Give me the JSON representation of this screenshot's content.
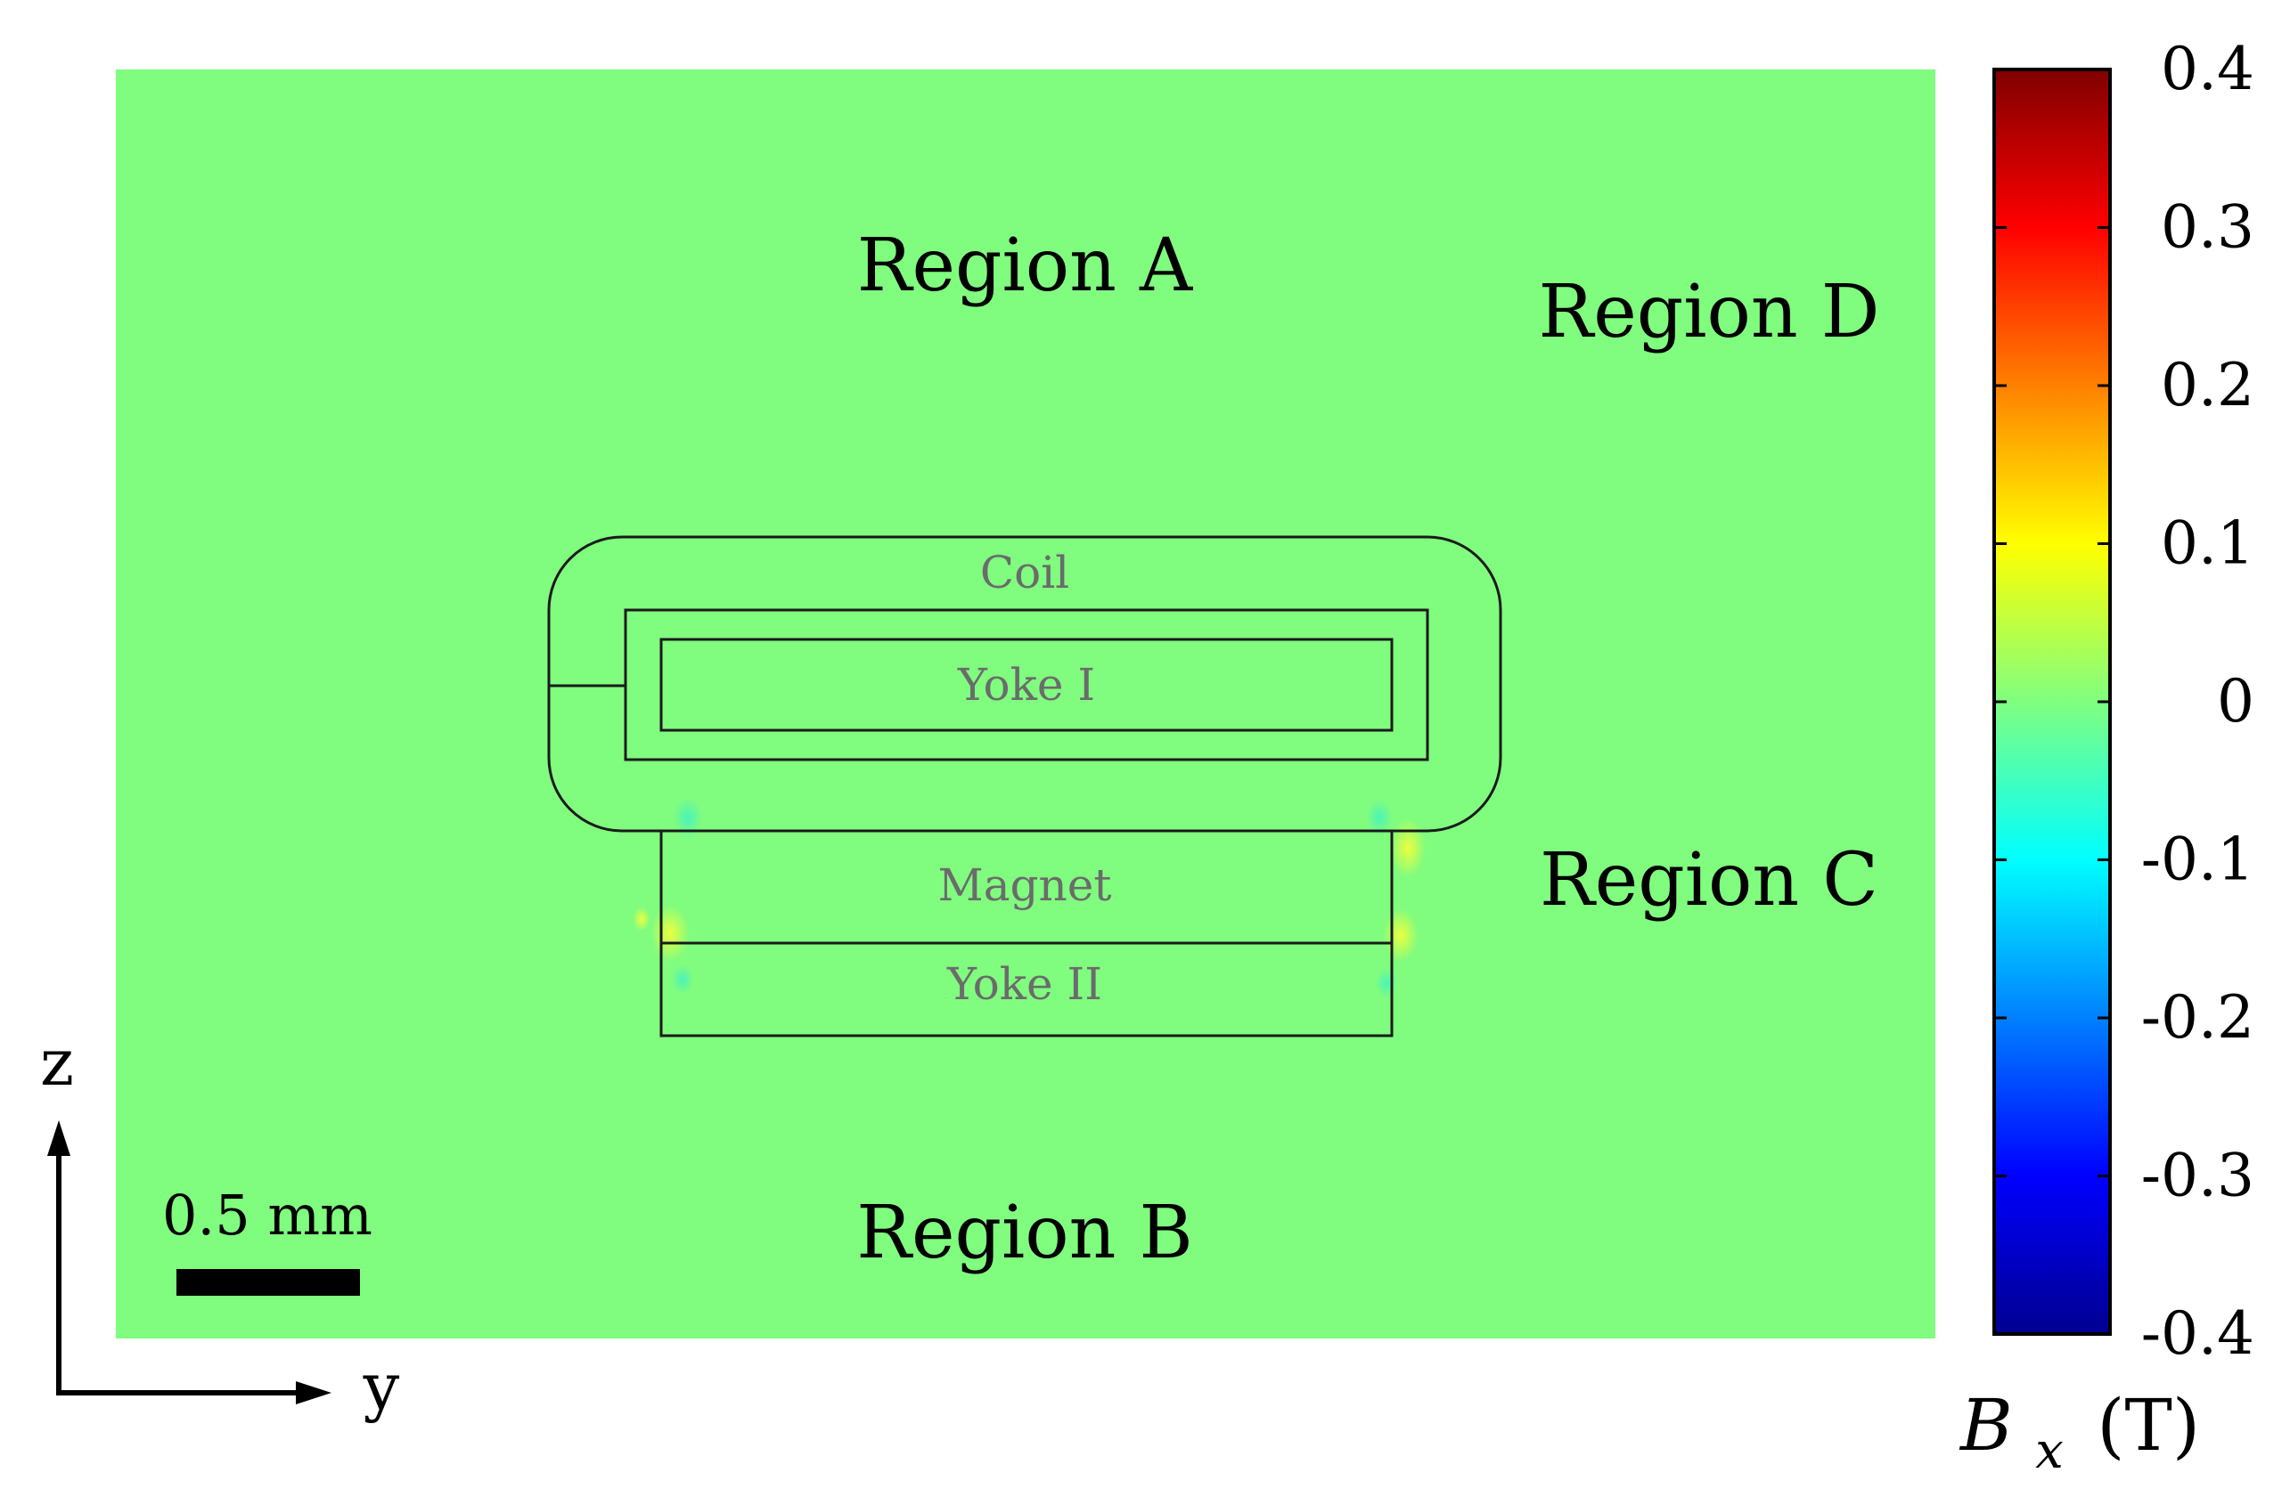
{
  "chart_data": {
    "type": "heatmap",
    "field_map": {
      "background_color": "#80fc7f",
      "region_labels": [
        "Region A",
        "Region B",
        "Region C",
        "Region D"
      ],
      "part_labels": [
        "Coil",
        "Yoke I",
        "Magnet",
        "Yoke II"
      ],
      "scale_bar_label": "0.5 mm",
      "axis_labels": {
        "horizontal": "y",
        "vertical": "z"
      }
    },
    "colorbar": {
      "label_var": "B",
      "label_sub": "x",
      "label_unit": "(T)",
      "range": [
        -0.4,
        0.4
      ],
      "ticks": [
        {
          "value": 0.4,
          "label": "0.4"
        },
        {
          "value": 0.3,
          "label": "0.3"
        },
        {
          "value": 0.2,
          "label": "0.2"
        },
        {
          "value": 0.1,
          "label": "0.1"
        },
        {
          "value": 0,
          "label": "0"
        },
        {
          "value": -0.1,
          "label": "-0.1"
        },
        {
          "value": -0.2,
          "label": "-0.2"
        },
        {
          "value": -0.3,
          "label": "-0.3"
        },
        {
          "value": -0.4,
          "label": "-0.4"
        }
      ],
      "colormap": [
        "#00008f",
        "#0000ff",
        "#0080ff",
        "#00ffff",
        "#80ff80",
        "#ffff00",
        "#ff8000",
        "#ff0000",
        "#800000"
      ]
    }
  }
}
